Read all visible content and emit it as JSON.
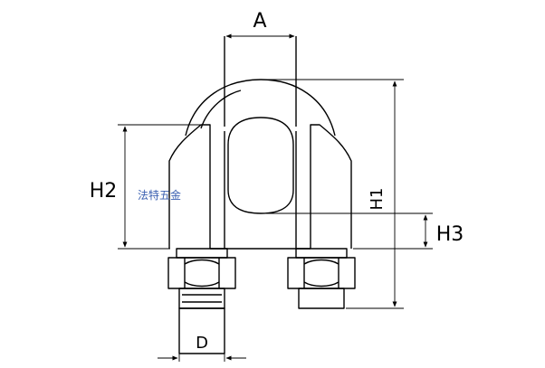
{
  "diagram": {
    "labels": {
      "A": "A",
      "H1": "H1",
      "H2": "H2",
      "H3": "H3",
      "D": "D"
    },
    "watermark": "法特五金"
  }
}
